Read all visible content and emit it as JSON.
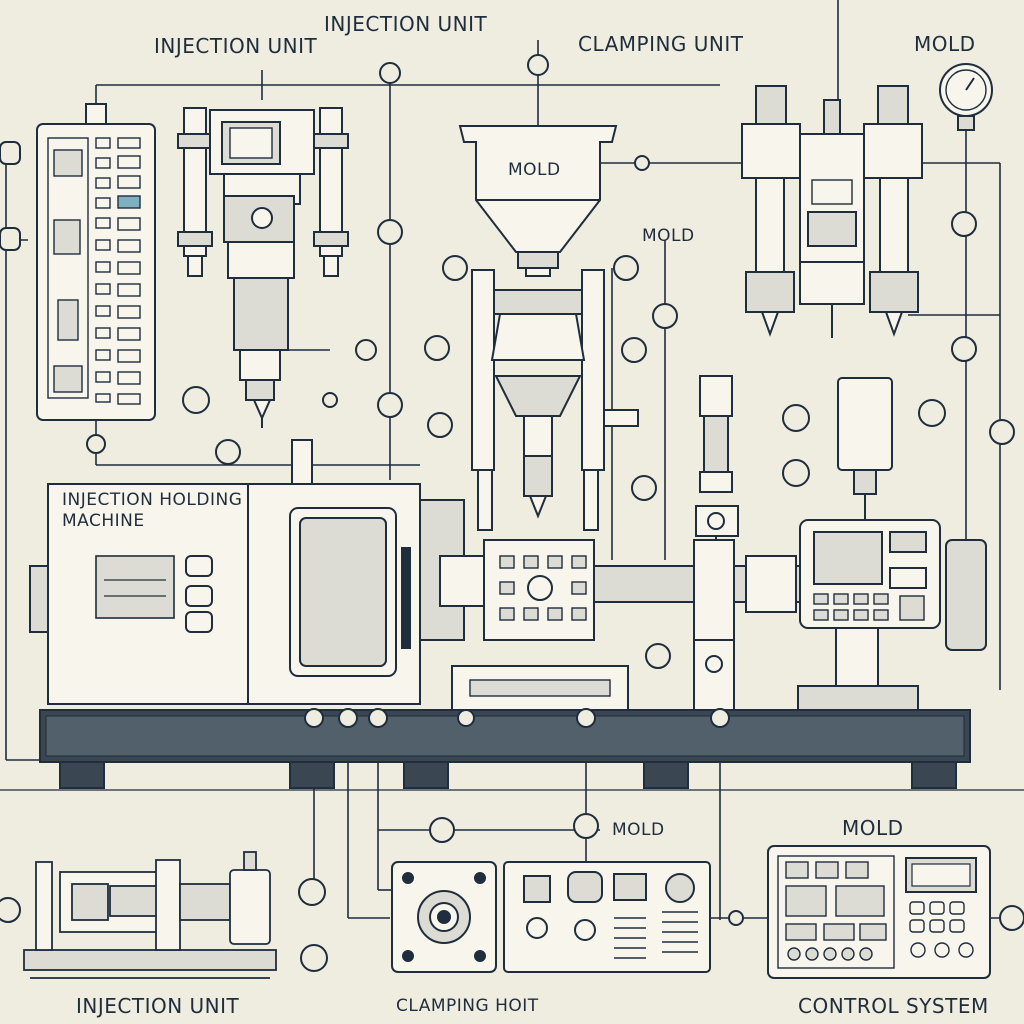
{
  "labels": {
    "top_injection_unit_left": "INJECTION UNIT",
    "top_injection_unit_center": "INJECTION UNIT",
    "top_clamping_unit": "CLAMPING UNIT",
    "top_mold": "MOLD",
    "hopper_mold": "MOLD",
    "mid_mold": "MOLD",
    "machine_title": "INJECTION HOLDING MACHINE",
    "bottom_mold_center": "MOLD",
    "bottom_mold_right": "MOLD",
    "bottom_injection_unit": "INJECTION UNIT",
    "bottom_clamping": "CLAMPING HOIT",
    "bottom_control_system": "CONTROL SYSTEM"
  },
  "colors": {
    "ink": "#1f2d3d",
    "paper": "#efece0",
    "panel": "#f7f5ec",
    "metal": "#dcdcd4",
    "accent": "#7fb0c0"
  }
}
